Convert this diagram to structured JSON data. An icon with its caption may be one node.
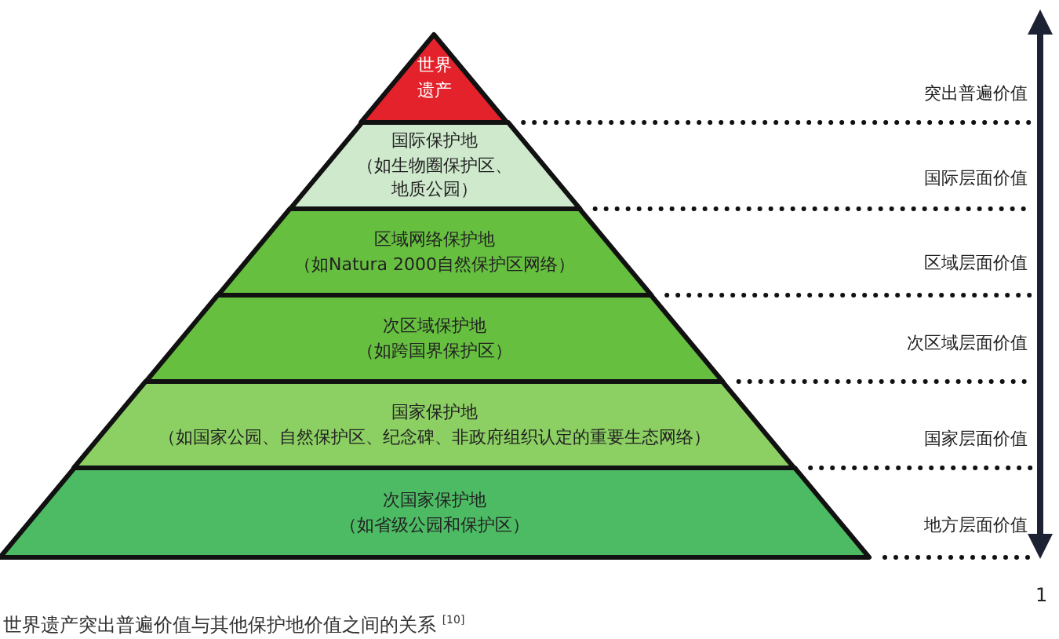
{
  "diagram": {
    "caption": "世界遗产突出普遍价值与其他保护地价值之间的关系 $^{[10]}$",
    "nodes": [
      {
        "text": [
          "世界遗产"
        ]
      },
      {
        "text": [
          "国际保护地",
          "（如生物圈保护区、地质公园）"
        ]
      },
      {
        "text": [
          "区域网络保护地",
          "（如Natura 2000自然保护区网络）"
        ]
      },
      {
        "text": [
          "次区域保护地",
          "（如跨国界保护区）"
        ]
      },
      {
        "text": [
          "国家保护地",
          "（如国家公园、自然保护区、纪念碑、非政府组织认定的重要生态网络）"
        ]
      },
      {
        "text": [
          "次国家保护地",
          "（如省级公园和保护区）"
        ]
      }
    ],
    "labels": [
      "突出普遍价值",
      "国际层面价值",
      "区域层面价值",
      "次区域层面价值",
      "国家层面价值",
      "地方层面价值",
      "1"
    ]
  }
}
